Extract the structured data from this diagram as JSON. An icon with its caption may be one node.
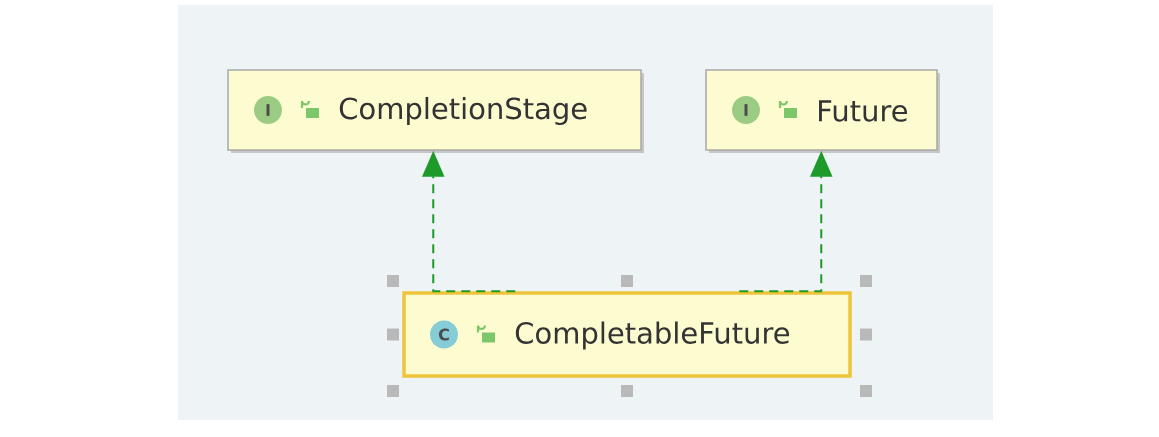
{
  "diagram": {
    "nodes": [
      {
        "text": [
          "I",
          "CompletionStage"
        ]
      },
      {
        "text": [
          "I",
          "Future"
        ]
      },
      {
        "text": [
          "C",
          "CompletableFuture"
        ]
      }
    ],
    "edges": [
      {
        "from": 2,
        "to": 0,
        "arrow": "to",
        "style": "dashed"
      },
      {
        "from": 2,
        "to": 1,
        "arrow": "to",
        "style": "dashed"
      }
    ]
  }
}
